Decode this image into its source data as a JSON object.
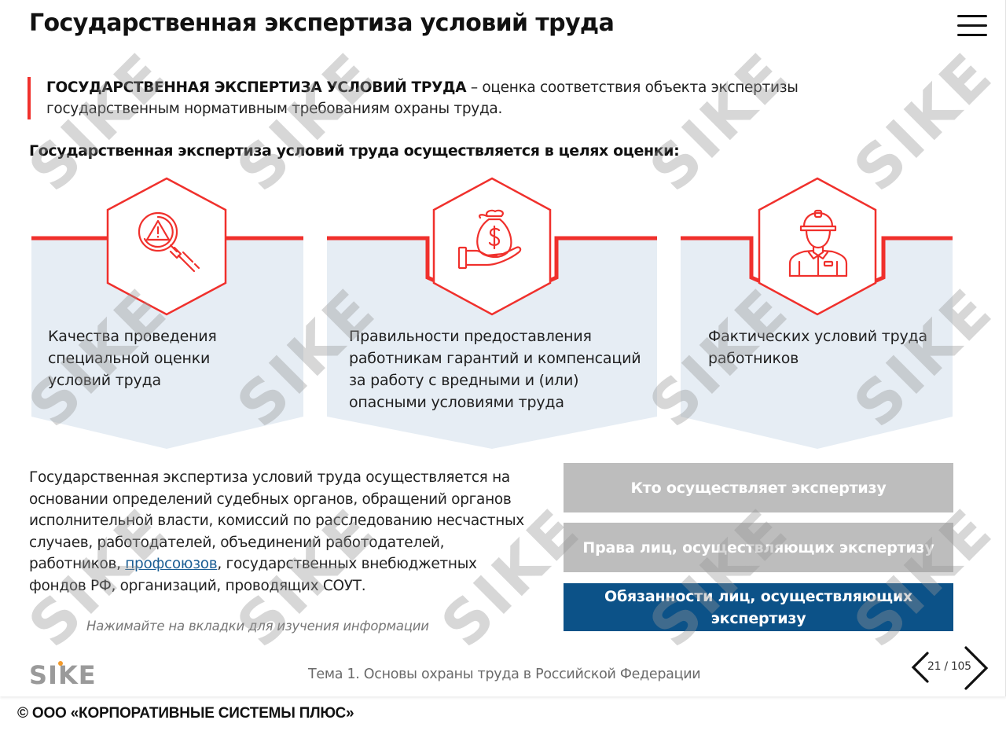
{
  "header": {
    "title": "Государственная экспертиза условий труда",
    "menu_icon": "hamburger-menu-icon"
  },
  "definition": {
    "term": "ГОСУДАРСТВЕННАЯ ЭКСПЕРТИЗА УСЛОВИЙ ТРУДА",
    "separator": " – ",
    "text": "оценка соответствия объекта экспертизы государственным нормативным требованиям охраны труда.",
    "accent_color": "#f0302c"
  },
  "goals": {
    "heading": "Государственная экспертиза условий труда осуществляется в целях оценки:",
    "cards": [
      {
        "icon": "magnifier-warning-icon",
        "text": "Качества проведения специальной оценки условий труда"
      },
      {
        "icon": "money-bag-hand-icon",
        "text": "Правильности предоставления работникам гарантий и компенсаций за работу с вредными и (или) опасными условиями труда"
      },
      {
        "icon": "worker-helmet-icon",
        "text": "Фактических условий труда работников"
      }
    ],
    "card_bg_color": "#e6edf4",
    "icon_color": "#f0302c"
  },
  "body": {
    "text_before_link": "Государственная экспертиза условий труда осуществляется на основании определений судебных органов, обращений органов исполнительной власти, комиссий по расследованию несчастных случаев, работодателей, объединений работодателей, работников, ",
    "link": "профсоюзов",
    "text_after_link": ", государственных внебюджетных фондов РФ, организаций, проводящих СОУТ.",
    "hint": "Нажимайте на вкладки для изучения информации"
  },
  "tabs": [
    {
      "label": "Кто осуществляет экспертизу",
      "state": "visited",
      "color": "#bdbdbd"
    },
    {
      "label": "Права лиц, осуществляющих экспертизу",
      "state": "visited",
      "color": "#bdbdbd"
    },
    {
      "label": "Обязанности лиц, осуществляющих экспертизу",
      "state": "active",
      "color": "#0c5288"
    }
  ],
  "footer": {
    "logo": "SIKE",
    "topic": "Тема 1. Основы охраны труда в Российской Федерации",
    "page_current": 21,
    "page_total": 105,
    "page_label": "21 / 105"
  },
  "watermark": "SIKE",
  "copyright": "© ООО «КОРПОРАТИВНЫЕ СИСТЕМЫ ПЛЮС»"
}
